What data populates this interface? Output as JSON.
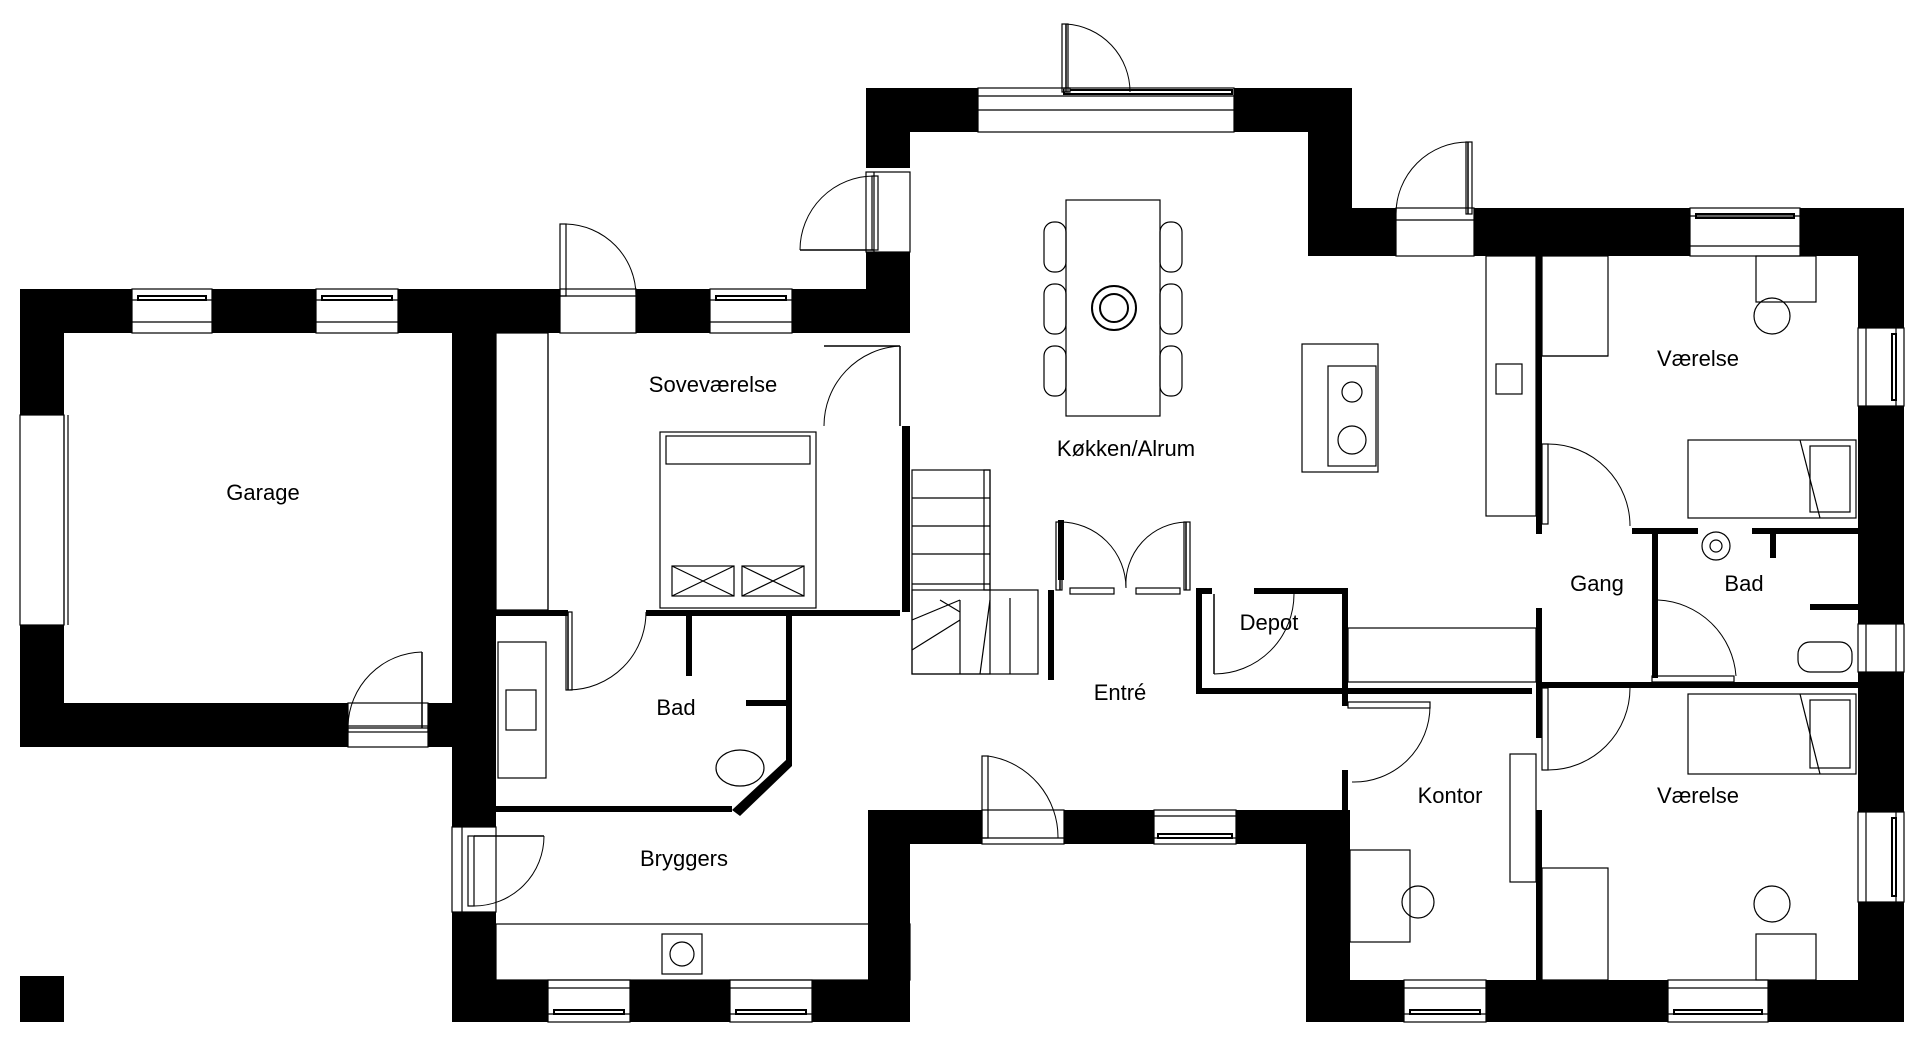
{
  "plan": {
    "title": "Floor plan",
    "colors": {
      "wall": "#000000",
      "background": "#ffffff",
      "line": "#000000"
    },
    "rooms": {
      "garage": "Garage",
      "sovevaerelse": "Soveværelse",
      "kokken_alrum": "Køkken/Alrum",
      "vaerelse_top": "Værelse",
      "gang": "Gang",
      "bad_right": "Bad",
      "depot": "Depot",
      "entre": "Entré",
      "bad_left": "Bad",
      "kontor": "Kontor",
      "vaerelse_bottom": "Værelse",
      "bryggers": "Bryggers"
    },
    "icons": {
      "door": "door-swing-icon",
      "window": "window-icon",
      "stairs": "stairs-icon",
      "bed": "bed-icon",
      "table": "dining-table-icon",
      "sink": "sink-icon",
      "toilet": "toilet-icon",
      "desk": "desk-icon"
    }
  }
}
